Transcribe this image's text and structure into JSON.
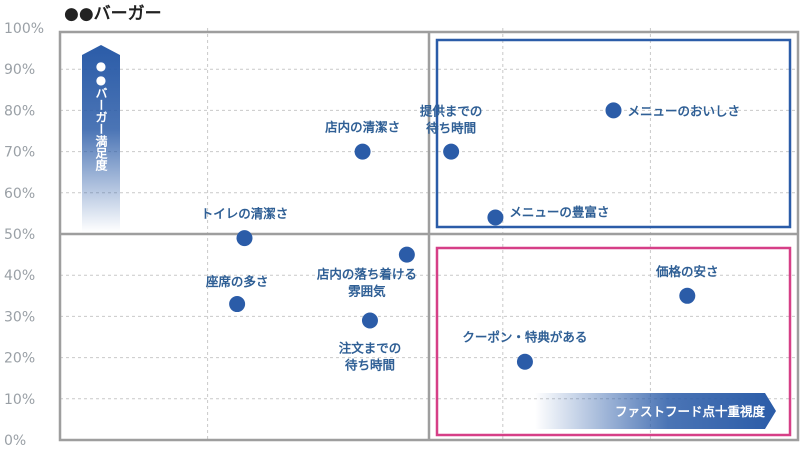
{
  "chart_data": {
    "type": "scatter",
    "title": "●●バーガー",
    "ylabel": "●●バーガー満足度",
    "xlabel": "ファストフード点十重視度",
    "ylim": [
      0,
      100
    ],
    "yticks": [
      "0%",
      "10%",
      "20%",
      "30%",
      "40%",
      "50%",
      "60%",
      "70%",
      "80%",
      "90%",
      "100%"
    ],
    "grid": true,
    "points": [
      {
        "label": "メニューのおいしさ",
        "x": 75,
        "y": 80
      },
      {
        "label": "提供までの\n待ち時間",
        "x": 53,
        "y": 70
      },
      {
        "label": "店内の清潔さ",
        "x": 41,
        "y": 70
      },
      {
        "label": "メニューの豊富さ",
        "x": 59,
        "y": 54
      },
      {
        "label": "トイレの清潔さ",
        "x": 25,
        "y": 49
      },
      {
        "label": "店内の落ち着ける\n雰囲気",
        "x": 47,
        "y": 45
      },
      {
        "label": "座席の多さ",
        "x": 24,
        "y": 33
      },
      {
        "label": "注文までの\n待ち時間",
        "x": 42,
        "y": 29
      },
      {
        "label": "価格の安さ",
        "x": 85,
        "y": 35
      },
      {
        "label": "クーポン・特典がある",
        "x": 63,
        "y": 19
      }
    ],
    "colors": {
      "dot": "#2b5ca8",
      "label": "#2f5f95",
      "box_top": "#2b5ca8",
      "box_bottom": "#d63f87",
      "arrow": "#2b5ca8"
    }
  }
}
